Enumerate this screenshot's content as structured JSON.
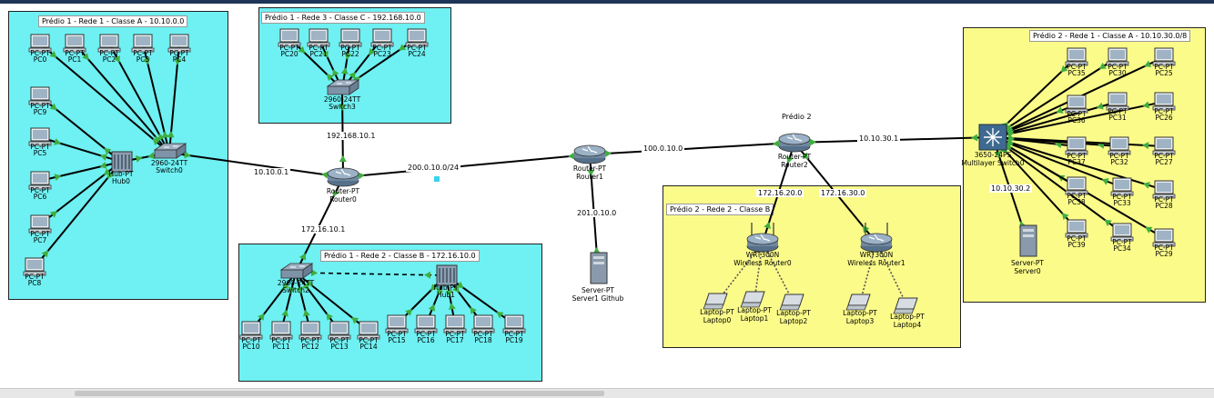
{
  "zones": [
    {
      "id": "z1",
      "title": "Prédio 1 - Rede 1 - Classe A - 10.10.0.0"
    },
    {
      "id": "z2",
      "title": "Prédio 1 - Rede 3 - Classe C - 192.168.10.0"
    },
    {
      "id": "z3",
      "title": "Prédio 1 - Rede 2 - Classe B - 172.16.10.0"
    },
    {
      "id": "z4",
      "title": "Prédio 2 - Rede 2 - Classe B"
    },
    {
      "id": "z5",
      "title": "Prédio 2 - Rede 1 - Classe A - 10.10.30.0/8"
    }
  ],
  "building_label": "Prédio 2",
  "ip_labels": {
    "r0_up": "192.168.10.1",
    "r0_left": "10.10.0.1",
    "r0_down": "172.16.10.1",
    "r0_r1": "200.0.10.0/24",
    "r1_r2": "100.0.10.0",
    "r1_down": "201.0.10.0",
    "r2_right": "10.10.30.1",
    "r2_wr0": "172.16.20.0",
    "r2_wr1": "172.16.30.0",
    "srv0": "10.10.30.2"
  },
  "devices": [
    {
      "id": "PC0",
      "type": "pc",
      "l1": "PC-PT",
      "l2": "PC0"
    },
    {
      "id": "PC1",
      "type": "pc",
      "l1": "PC-PT",
      "l2": "PC1"
    },
    {
      "id": "PC2",
      "type": "pc",
      "l1": "PC-PT",
      "l2": "PC2"
    },
    {
      "id": "PC3",
      "type": "pc",
      "l1": "PC-PT",
      "l2": "PC3"
    },
    {
      "id": "PC4",
      "type": "pc",
      "l1": "PC-PT",
      "l2": "PC4"
    },
    {
      "id": "PC9",
      "type": "pc",
      "l1": "PC-PT",
      "l2": "PC9"
    },
    {
      "id": "PC5",
      "type": "pc",
      "l1": "PC-PT",
      "l2": "PC5"
    },
    {
      "id": "PC6",
      "type": "pc",
      "l1": "PC-PT",
      "l2": "PC6"
    },
    {
      "id": "PC7",
      "type": "pc",
      "l1": "PC-PT",
      "l2": "PC7"
    },
    {
      "id": "PC8",
      "type": "pc",
      "l1": "PC-PT",
      "l2": "PC8"
    },
    {
      "id": "Hub0",
      "type": "hub",
      "l1": "Hub-PT",
      "l2": "Hub0"
    },
    {
      "id": "Switch0",
      "type": "switch",
      "l1": "2960-24TT",
      "l2": "Switch0"
    },
    {
      "id": "PC20",
      "type": "pc",
      "l1": "PC-PT",
      "l2": "PC20"
    },
    {
      "id": "PC21",
      "type": "pc",
      "l1": "PC-PT",
      "l2": "PC21"
    },
    {
      "id": "PC22",
      "type": "pc",
      "l1": "PC-PT",
      "l2": "PC22"
    },
    {
      "id": "PC23",
      "type": "pc",
      "l1": "PC-PT",
      "l2": "PC23"
    },
    {
      "id": "PC24",
      "type": "pc",
      "l1": "PC-PT",
      "l2": "PC24"
    },
    {
      "id": "Switch3",
      "type": "switch",
      "l1": "2960-24TT",
      "l2": "Switch3"
    },
    {
      "id": "Router0",
      "type": "router",
      "l1": "Router-PT",
      "l2": "Router0"
    },
    {
      "id": "Switch2",
      "type": "switch",
      "l1": "2960-24TT",
      "l2": "Switch2"
    },
    {
      "id": "Hub1",
      "type": "hub",
      "l1": "Hub-PT",
      "l2": "Hub1"
    },
    {
      "id": "PC10",
      "type": "pc",
      "l1": "PC-PT",
      "l2": "PC10"
    },
    {
      "id": "PC11",
      "type": "pc",
      "l1": "PC-PT",
      "l2": "PC11"
    },
    {
      "id": "PC12",
      "type": "pc",
      "l1": "PC-PT",
      "l2": "PC12"
    },
    {
      "id": "PC13",
      "type": "pc",
      "l1": "PC-PT",
      "l2": "PC13"
    },
    {
      "id": "PC14",
      "type": "pc",
      "l1": "PC-PT",
      "l2": "PC14"
    },
    {
      "id": "PC15",
      "type": "pc",
      "l1": "PC-PT",
      "l2": "PC15"
    },
    {
      "id": "PC16",
      "type": "pc",
      "l1": "PC-PT",
      "l2": "PC16"
    },
    {
      "id": "PC17",
      "type": "pc",
      "l1": "PC-PT",
      "l2": "PC17"
    },
    {
      "id": "PC18",
      "type": "pc",
      "l1": "PC-PT",
      "l2": "PC18"
    },
    {
      "id": "PC19",
      "type": "pc",
      "l1": "PC-PT",
      "l2": "PC19"
    },
    {
      "id": "Router1",
      "type": "router",
      "l1": "Router-PT",
      "l2": "Router1"
    },
    {
      "id": "Server1",
      "type": "server",
      "l1": "Server-PT",
      "l2": "Server1 Github"
    },
    {
      "id": "Router2",
      "type": "router",
      "l1": "Router-PT",
      "l2": "Router2"
    },
    {
      "id": "WR0",
      "type": "wrouter",
      "l1": "WRT300N",
      "l2": "Wireless Router0"
    },
    {
      "id": "WR1",
      "type": "wrouter",
      "l1": "WRT300N",
      "l2": "Wireless Router1"
    },
    {
      "id": "Laptop0",
      "type": "laptop",
      "l1": "Laptop-PT",
      "l2": "Laptop0"
    },
    {
      "id": "Laptop1",
      "type": "laptop",
      "l1": "Laptop-PT",
      "l2": "Laptop1"
    },
    {
      "id": "Laptop2",
      "type": "laptop",
      "l1": "Laptop-PT",
      "l2": "Laptop2"
    },
    {
      "id": "Laptop3",
      "type": "laptop",
      "l1": "Laptop-PT",
      "l2": "Laptop3"
    },
    {
      "id": "Laptop4",
      "type": "laptop",
      "l1": "Laptop-PT",
      "l2": "Laptop4"
    },
    {
      "id": "MLS",
      "type": "mls",
      "l1": "3650-24PS",
      "l2": "Multilayer Switch0"
    },
    {
      "id": "Server0",
      "type": "server",
      "l1": "Server-PT",
      "l2": "Server0"
    },
    {
      "id": "PC35",
      "type": "pc",
      "l1": "PC-PT",
      "l2": "PC35"
    },
    {
      "id": "PC30",
      "type": "pc",
      "l1": "PC-PT",
      "l2": "PC30"
    },
    {
      "id": "PC25",
      "type": "pc",
      "l1": "PC-PT",
      "l2": "PC25"
    },
    {
      "id": "PC36",
      "type": "pc",
      "l1": "PC-PT",
      "l2": "PC36"
    },
    {
      "id": "PC31",
      "type": "pc",
      "l1": "PC-PT",
      "l2": "PC31"
    },
    {
      "id": "PC26",
      "type": "pc",
      "l1": "PC-PT",
      "l2": "PC26"
    },
    {
      "id": "PC37",
      "type": "pc",
      "l1": "PC-PT",
      "l2": "PC37"
    },
    {
      "id": "PC32",
      "type": "pc",
      "l1": "PC-PT",
      "l2": "PC32"
    },
    {
      "id": "PC27",
      "type": "pc",
      "l1": "PC-PT",
      "l2": "PC27"
    },
    {
      "id": "PC38",
      "type": "pc",
      "l1": "PC-PT",
      "l2": "PC38"
    },
    {
      "id": "PC33",
      "type": "pc",
      "l1": "PC-PT",
      "l2": "PC33"
    },
    {
      "id": "PC28",
      "type": "pc",
      "l1": "PC-PT",
      "l2": "PC28"
    },
    {
      "id": "PC39",
      "type": "pc",
      "l1": "PC-PT",
      "l2": "PC39"
    },
    {
      "id": "PC34",
      "type": "pc",
      "l1": "PC-PT",
      "l2": "PC34"
    },
    {
      "id": "PC29",
      "type": "pc",
      "l1": "PC-PT",
      "l2": "PC29"
    }
  ],
  "links": [
    [
      "PC0",
      "Switch0"
    ],
    [
      "PC1",
      "Switch0"
    ],
    [
      "PC2",
      "Switch0"
    ],
    [
      "PC3",
      "Switch0"
    ],
    [
      "PC4",
      "Switch0"
    ],
    [
      "PC9",
      "Hub0"
    ],
    [
      "PC5",
      "Hub0"
    ],
    [
      "PC6",
      "Hub0"
    ],
    [
      "PC7",
      "Hub0"
    ],
    [
      "PC8",
      "Hub0"
    ],
    [
      "Hub0",
      "Switch0"
    ],
    [
      "Switch0",
      "Router0"
    ],
    [
      "PC20",
      "Switch3"
    ],
    [
      "PC21",
      "Switch3"
    ],
    [
      "PC22",
      "Switch3"
    ],
    [
      "PC23",
      "Switch3"
    ],
    [
      "PC24",
      "Switch3"
    ],
    [
      "Switch3",
      "Router0"
    ],
    [
      "Router0",
      "Switch2"
    ],
    [
      "Switch2",
      "PC10"
    ],
    [
      "Switch2",
      "PC11"
    ],
    [
      "Switch2",
      "PC12"
    ],
    [
      "Switch2",
      "PC13"
    ],
    [
      "Switch2",
      "PC14"
    ],
    [
      "Hub1",
      "PC15"
    ],
    [
      "Hub1",
      "PC16"
    ],
    [
      "Hub1",
      "PC17"
    ],
    [
      "Hub1",
      "PC18"
    ],
    [
      "Hub1",
      "PC19"
    ],
    [
      "Router0",
      "Router1"
    ],
    [
      "Router1",
      "Server1"
    ],
    [
      "Router1",
      "Router2"
    ],
    [
      "Router2",
      "WR0"
    ],
    [
      "Router2",
      "WR1"
    ],
    [
      "Router2",
      "MLS"
    ],
    [
      "MLS",
      "Server0"
    ],
    [
      "MLS",
      "PC35"
    ],
    [
      "MLS",
      "PC30"
    ],
    [
      "MLS",
      "PC25"
    ],
    [
      "MLS",
      "PC36"
    ],
    [
      "MLS",
      "PC31"
    ],
    [
      "MLS",
      "PC26"
    ],
    [
      "MLS",
      "PC37"
    ],
    [
      "MLS",
      "PC32"
    ],
    [
      "MLS",
      "PC27"
    ],
    [
      "MLS",
      "PC38"
    ],
    [
      "MLS",
      "PC33"
    ],
    [
      "MLS",
      "PC28"
    ],
    [
      "MLS",
      "PC39"
    ],
    [
      "MLS",
      "PC34"
    ],
    [
      "MLS",
      "PC29"
    ]
  ],
  "dashed_links": [
    [
      "Switch2",
      "Hub1"
    ]
  ],
  "wireless_links": [
    [
      "WR0",
      "Laptop0"
    ],
    [
      "WR0",
      "Laptop1"
    ],
    [
      "WR0",
      "Laptop2"
    ],
    [
      "WR1",
      "Laptop3"
    ],
    [
      "WR1",
      "Laptop4"
    ]
  ],
  "colors": {
    "cyan_zone": "#6ff0f2",
    "yellow_zone": "#fbfb8a",
    "link": "#000000",
    "link_end": "#3fae3f"
  }
}
